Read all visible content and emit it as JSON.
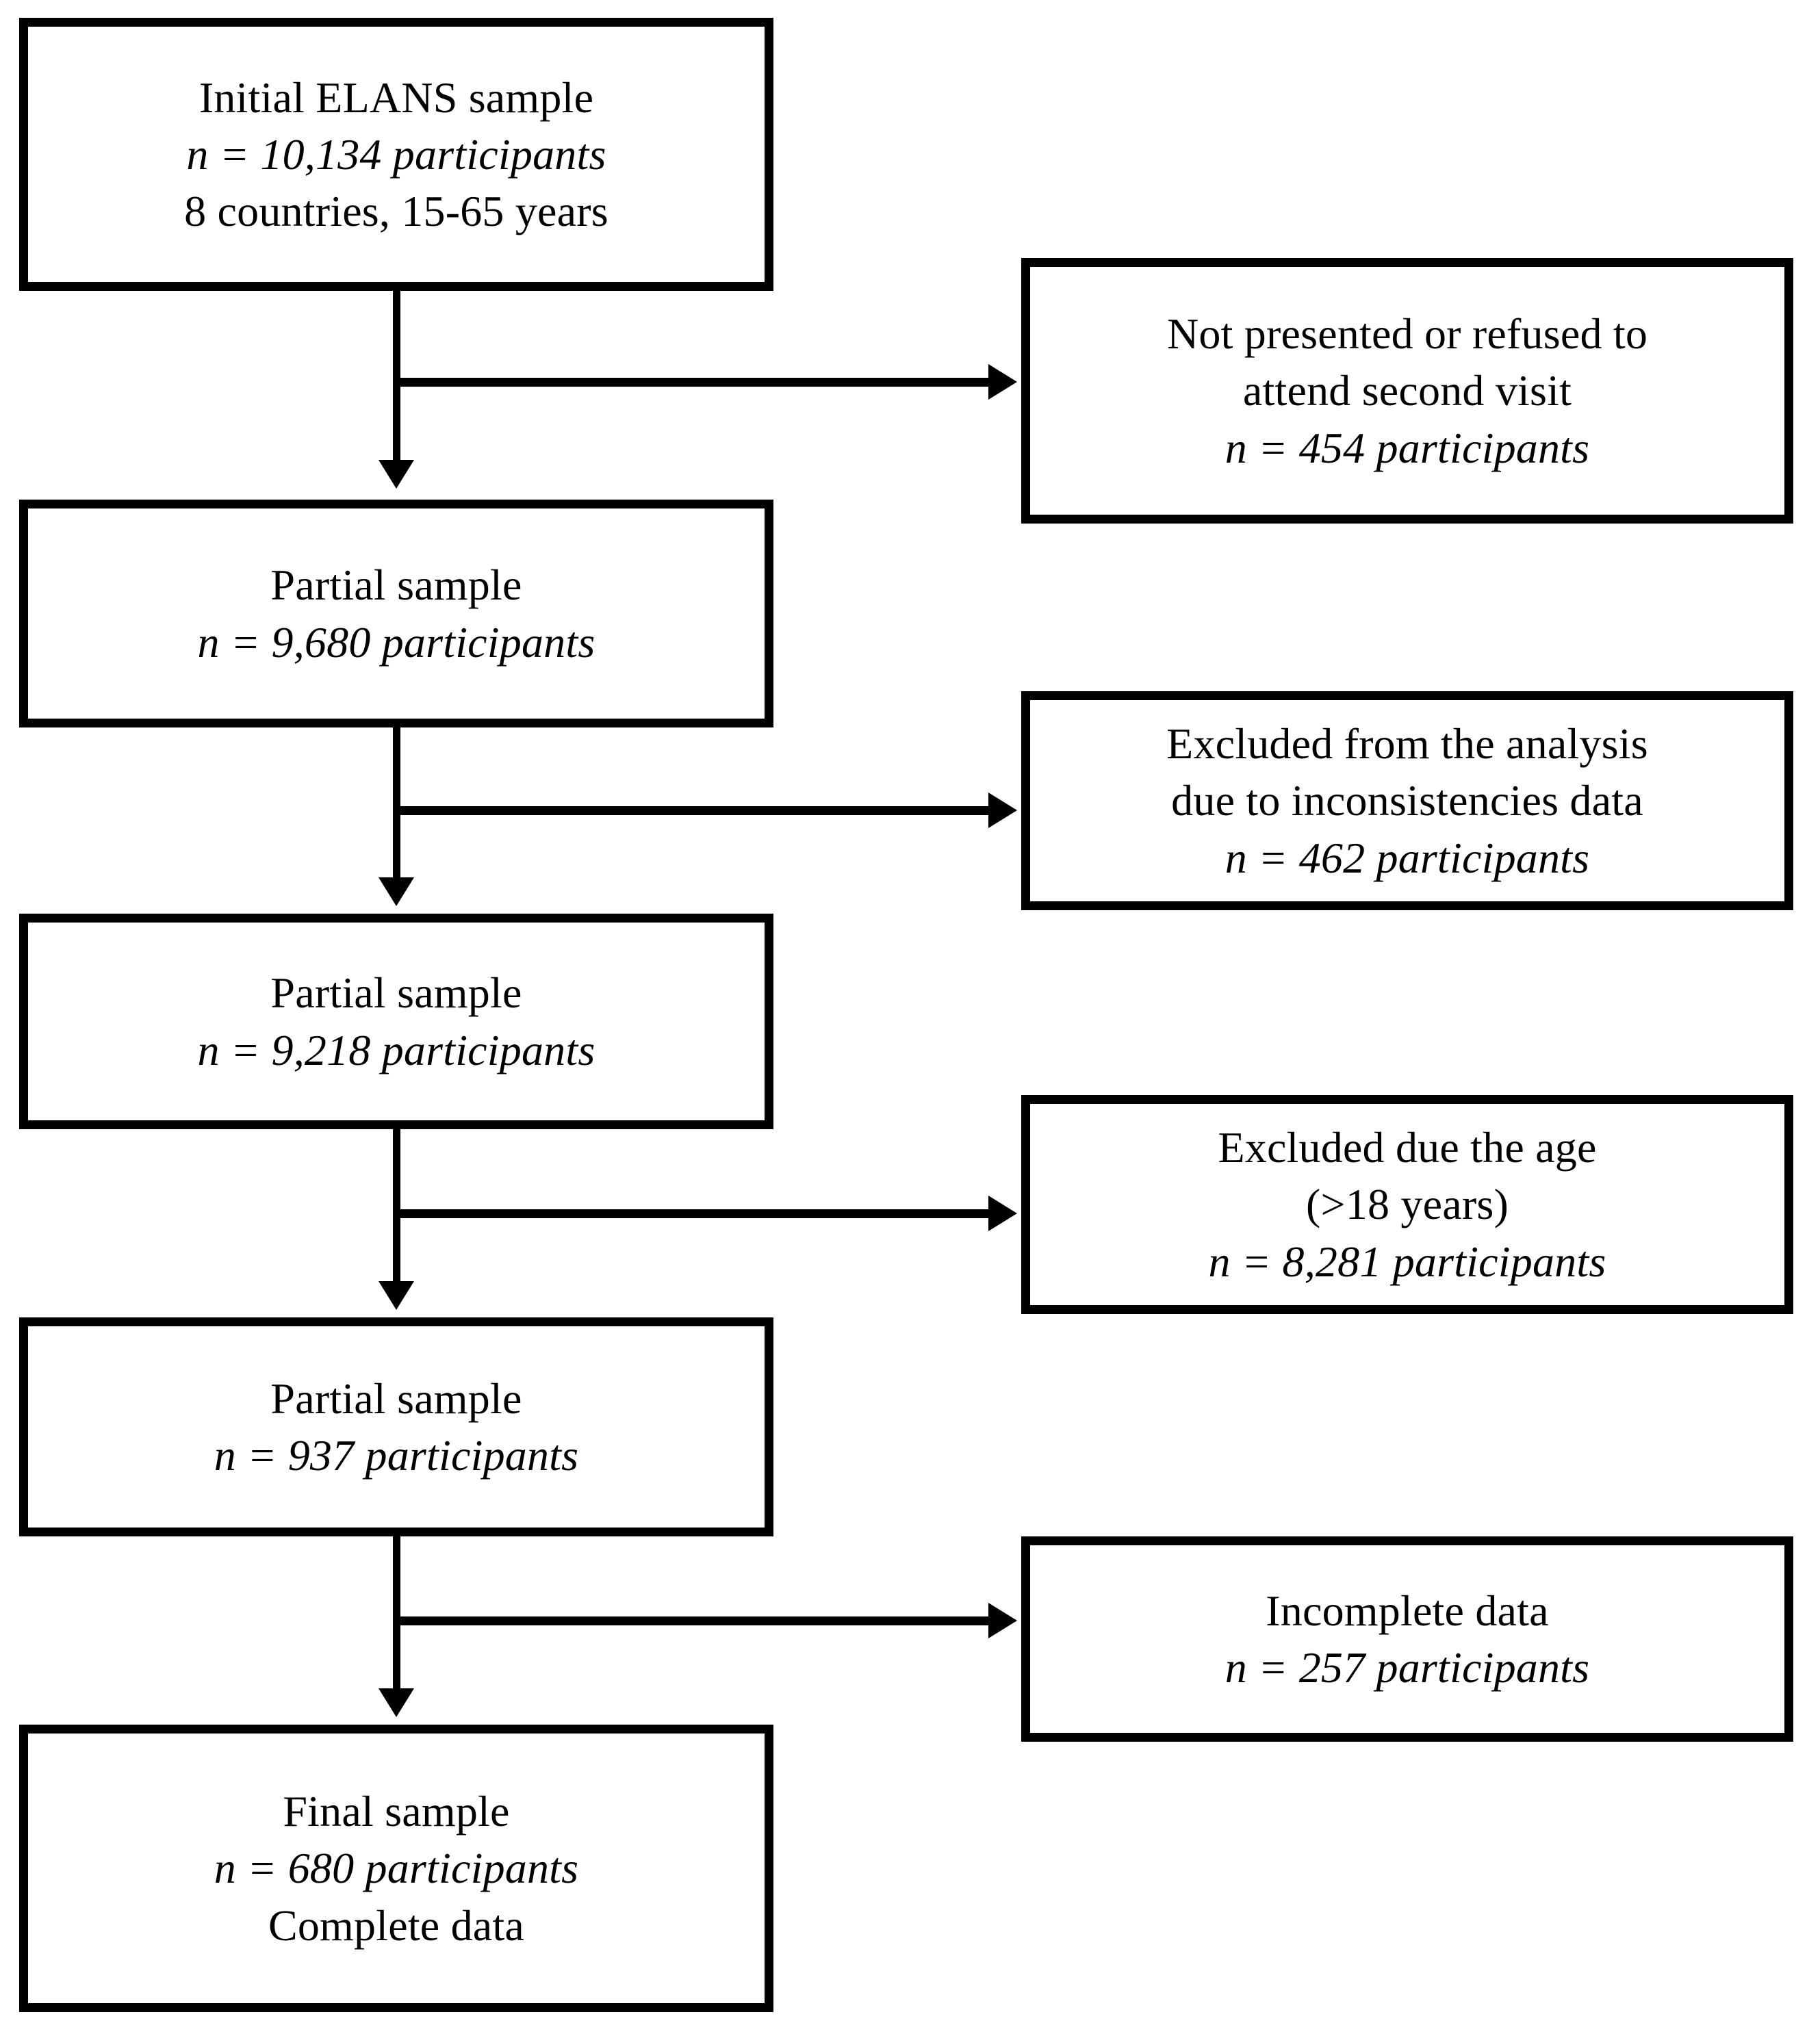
{
  "diagram": {
    "type": "participant-flow-diagram",
    "orientation": "vertical-with-side-exclusions",
    "background_color": "#ffffff",
    "line_color": "#000000",
    "box_border_color": "#000000",
    "box_fill_color": "#ffffff"
  },
  "main_flow": [
    {
      "id": "initial-sample",
      "lines": [
        {
          "text": "Initial ELANS sample",
          "italic": false
        },
        {
          "text": "n = 10,134 participants",
          "italic": true
        },
        {
          "text": "8 countries, 15-65 years",
          "italic": false
        }
      ],
      "n": 10134
    },
    {
      "id": "partial-sample-1",
      "lines": [
        {
          "text": "Partial sample",
          "italic": false
        },
        {
          "text": "n = 9,680 participants",
          "italic": true
        }
      ],
      "n": 9680
    },
    {
      "id": "partial-sample-2",
      "lines": [
        {
          "text": "Partial sample",
          "italic": false
        },
        {
          "text": "n = 9,218 participants",
          "italic": true
        }
      ],
      "n": 9218
    },
    {
      "id": "partial-sample-3",
      "lines": [
        {
          "text": "Partial sample",
          "italic": false
        },
        {
          "text": "n = 937 participants",
          "italic": true
        }
      ],
      "n": 937
    },
    {
      "id": "final-sample",
      "lines": [
        {
          "text": "Final sample",
          "italic": false
        },
        {
          "text": "n = 680 participants",
          "italic": true
        },
        {
          "text": "Complete data",
          "italic": false
        }
      ],
      "n": 680
    }
  ],
  "exclusions": [
    {
      "id": "exclusion-not-presented",
      "lines": [
        {
          "text": "Not presented or refused to",
          "italic": false
        },
        {
          "text": "attend second visit",
          "italic": false
        },
        {
          "text": "n = 454 participants",
          "italic": true
        }
      ],
      "n": 454
    },
    {
      "id": "exclusion-inconsistencies",
      "lines": [
        {
          "text": "Excluded from the analysis",
          "italic": false
        },
        {
          "text": "due to inconsistencies data",
          "italic": false
        },
        {
          "text": "n = 462 participants",
          "italic": true
        }
      ],
      "n": 462
    },
    {
      "id": "exclusion-age",
      "lines": [
        {
          "text": "Excluded due the age",
          "italic": false
        },
        {
          "text": "(>18 years)",
          "italic": false
        },
        {
          "text": "n = 8,281 participants",
          "italic": true
        }
      ],
      "n": 8281
    },
    {
      "id": "exclusion-incomplete",
      "lines": [
        {
          "text": "Incomplete data",
          "italic": false
        },
        {
          "text": "n = 257 participants",
          "italic": true
        }
      ],
      "n": 257
    }
  ]
}
